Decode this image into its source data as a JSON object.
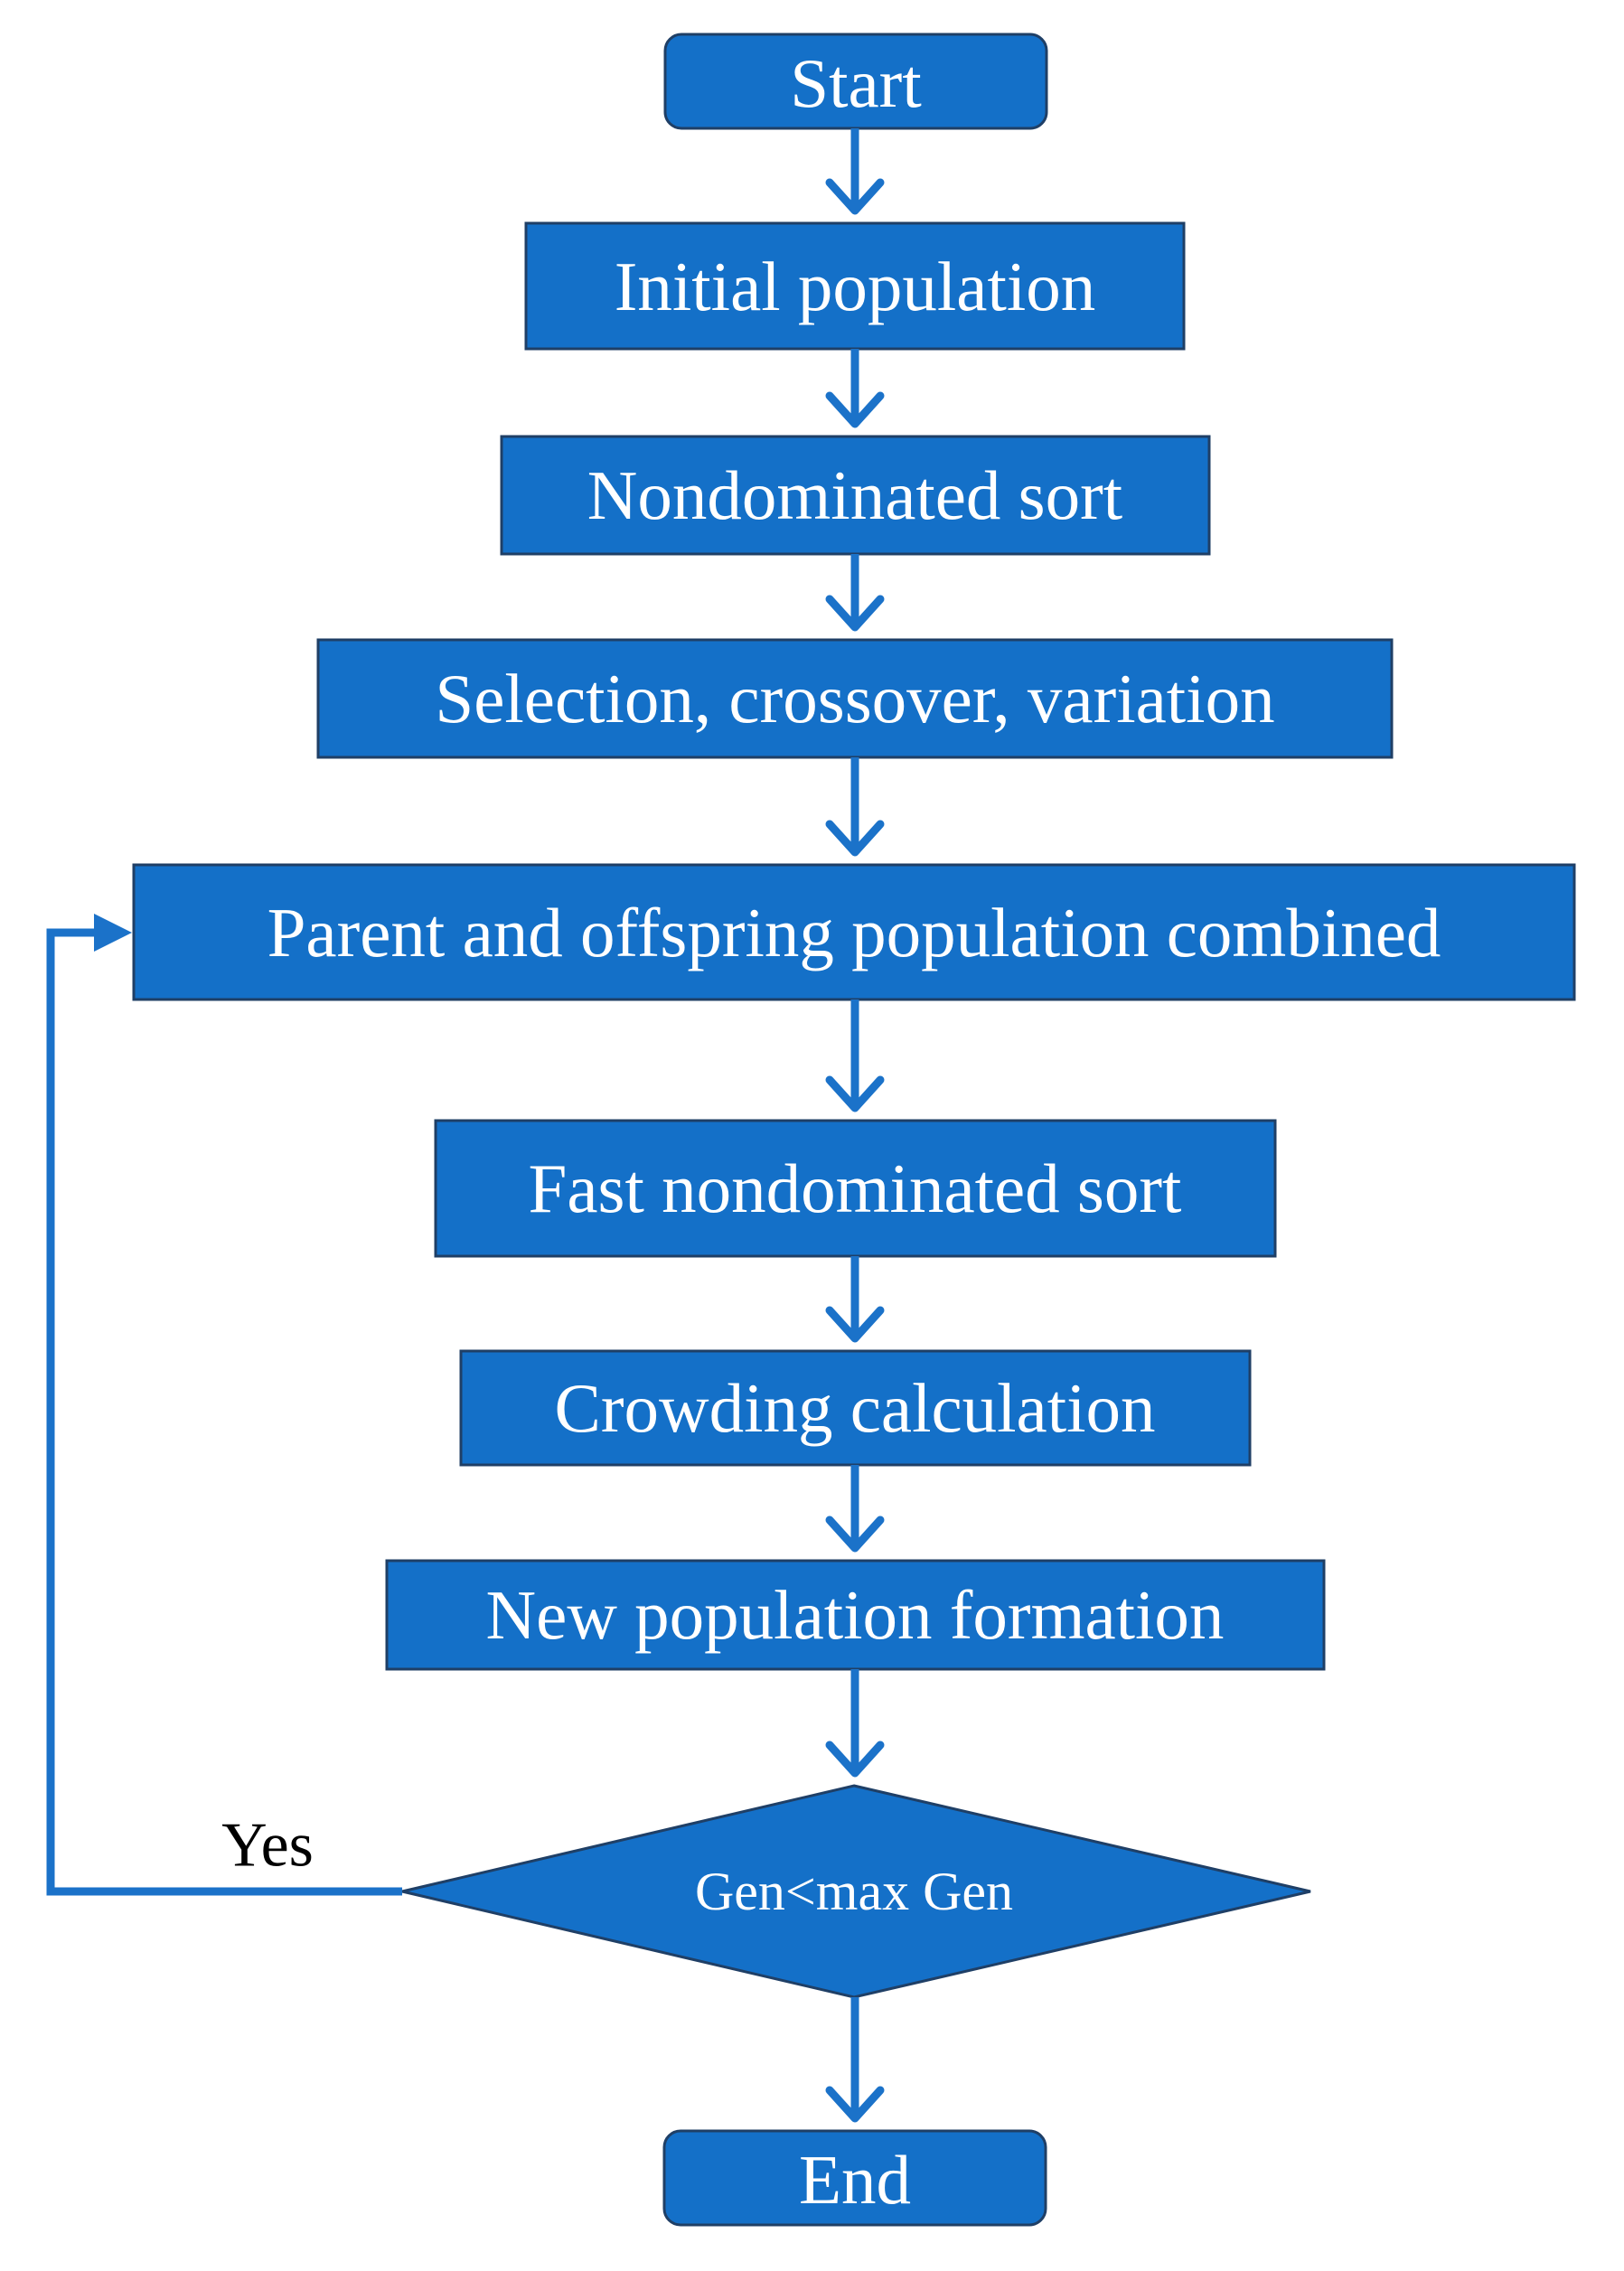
{
  "nodes": {
    "start": "Start",
    "initial": "Initial population",
    "nondom": "Nondominated sort",
    "selection": "Selection, crossover, variation",
    "combined": "Parent and offspring population combined",
    "fast": "Fast nondominated sort",
    "crowding": "Crowding calculation",
    "newpop": "New population formation",
    "decision": "Gen<max Gen",
    "end": "End"
  },
  "edges": {
    "loop_label": "Yes"
  },
  "colors": {
    "node_fill": "#1470C8",
    "node_border": "#1F3F66",
    "connector": "#1B72C9",
    "node_text": "#FFFFFF",
    "label_text": "#000000"
  }
}
